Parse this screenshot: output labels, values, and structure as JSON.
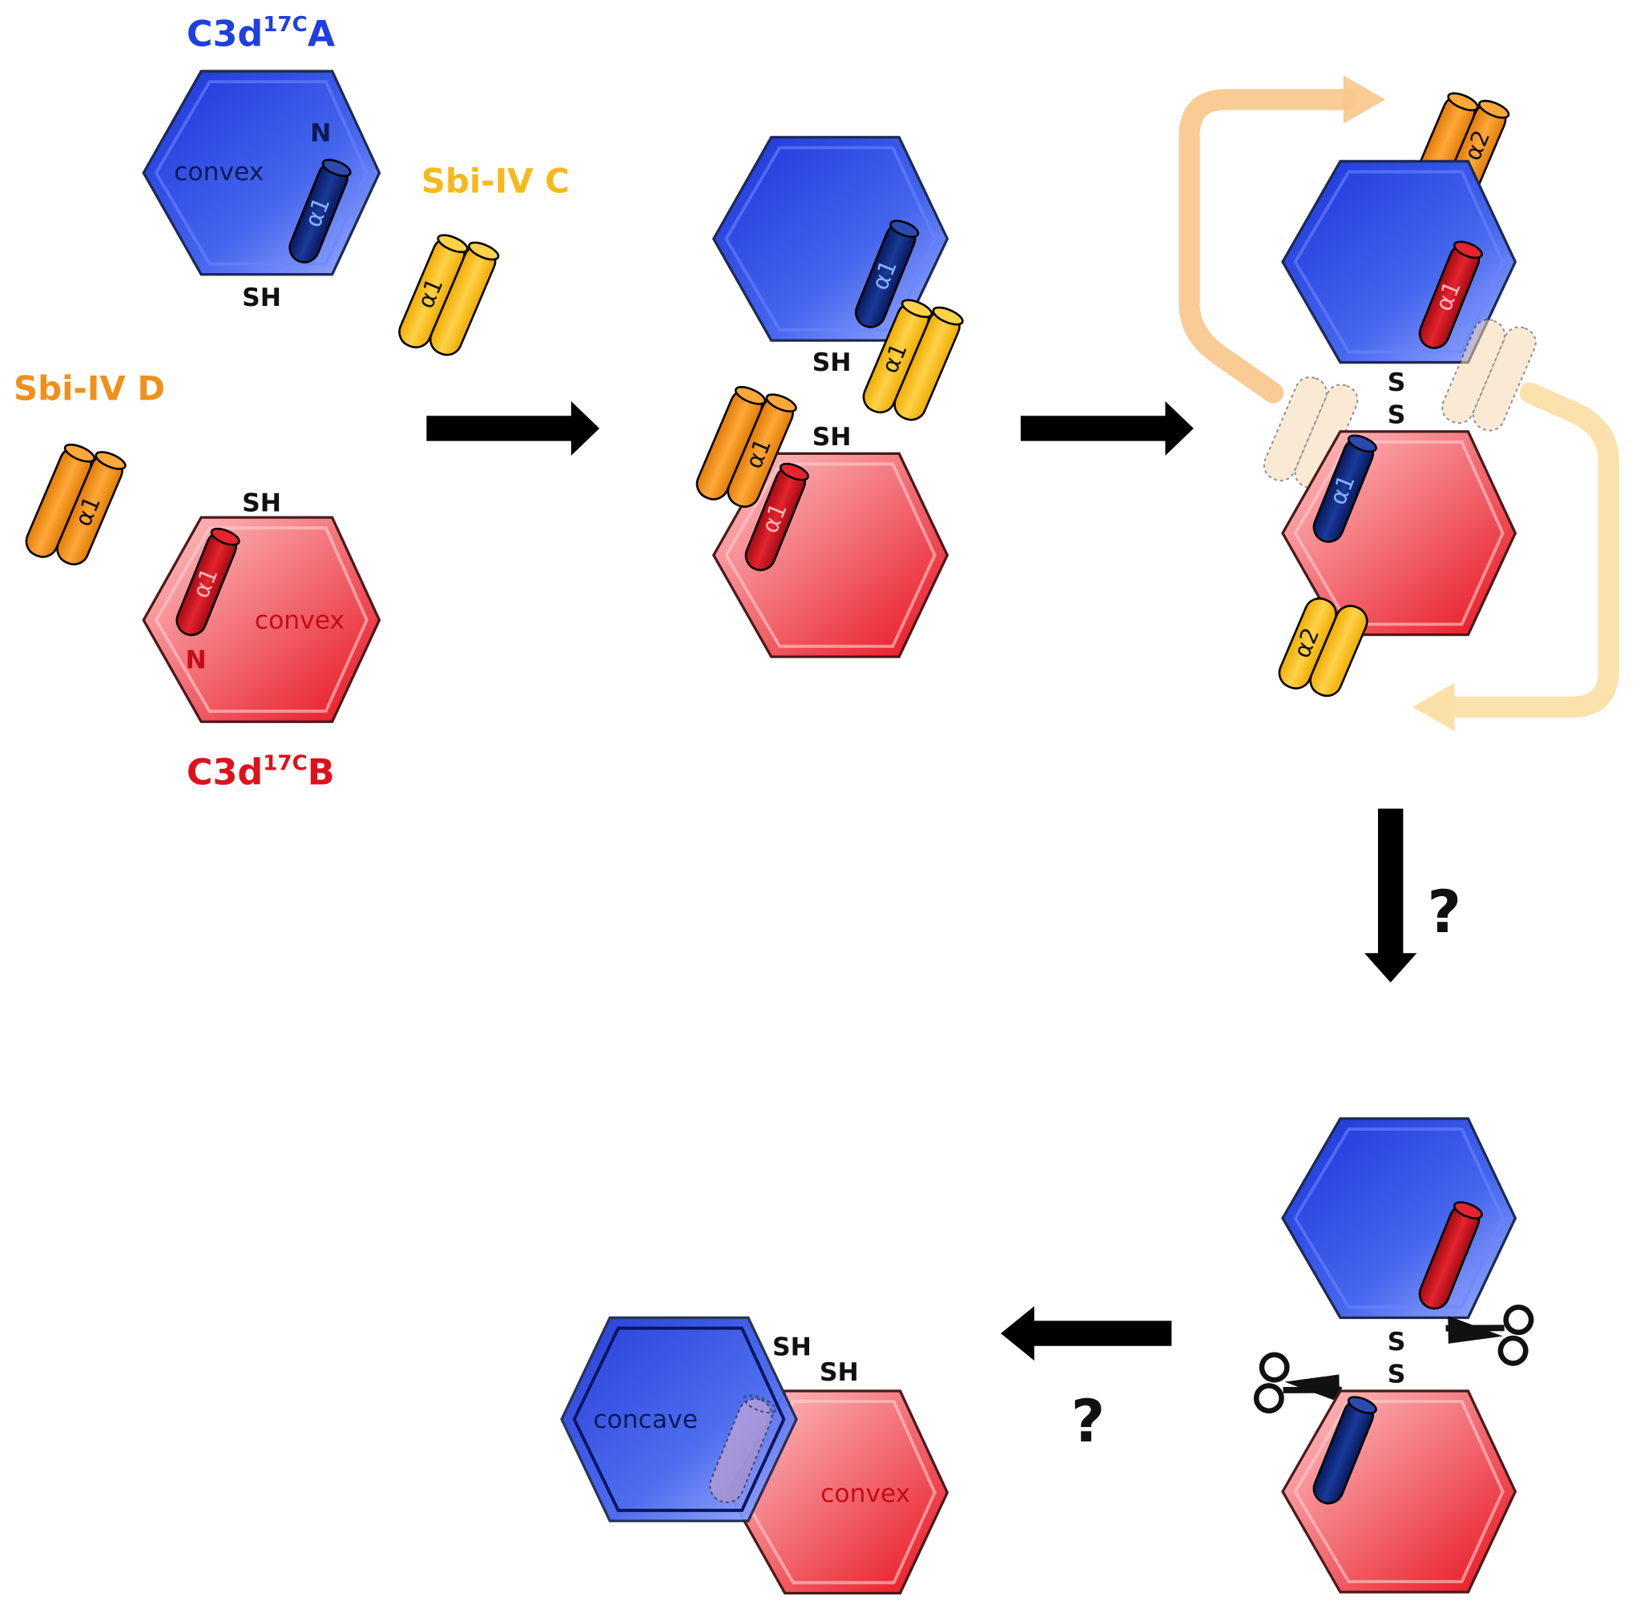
{
  "labels": {
    "c3d_a": "C3d",
    "c3d_b": "C3d",
    "superscript": "17C",
    "chain_a": "A",
    "chain_b": "B",
    "sbi_c": "Sbi-IV C",
    "sbi_d": "Sbi-IV D",
    "convex": "convex",
    "concave": "concave",
    "sh": "SH",
    "s": "S",
    "n": "N",
    "alpha1": "α1",
    "alpha2": "α2",
    "question": "?"
  },
  "colors": {
    "blue_domain": "#2a48e6",
    "red_domain": "#ee4d57",
    "navy_helix": "#0c2468",
    "red_helix": "#c8101b",
    "orange_helix": "#f7930f",
    "yellow_helix": "#fbbf12",
    "cycle_arrow": "#f8c78a",
    "label_blue": "#1f3fe0",
    "label_red": "#e0101b",
    "label_orange": "#f0901a",
    "label_yellow": "#f7b81a"
  },
  "icons": [
    "scissors-icon",
    "arrow-right-icon",
    "arrow-down-icon",
    "arrow-left-icon"
  ]
}
